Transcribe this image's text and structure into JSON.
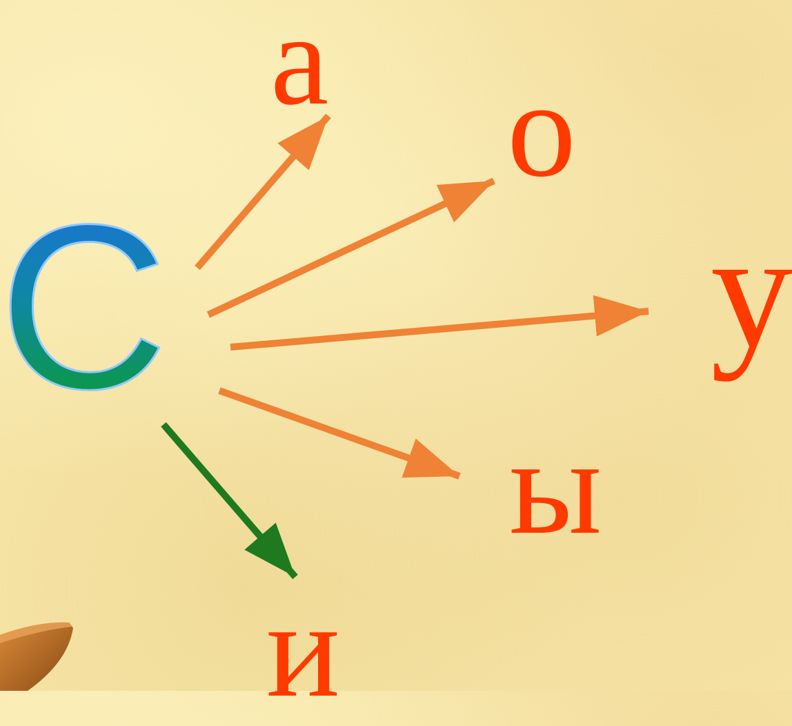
{
  "source_letter": "С",
  "target_letters": {
    "a": "а",
    "o": "о",
    "u": "у",
    "y": "ы",
    "i": "и"
  },
  "colors": {
    "background": "#f7e6a8",
    "source_gradient_top": "#1e6fe0",
    "source_gradient_bottom": "#0aa020",
    "target_letters": "#ff3a00",
    "arrow_main": "#ef8235",
    "arrow_highlight": "#1f7a1f"
  }
}
